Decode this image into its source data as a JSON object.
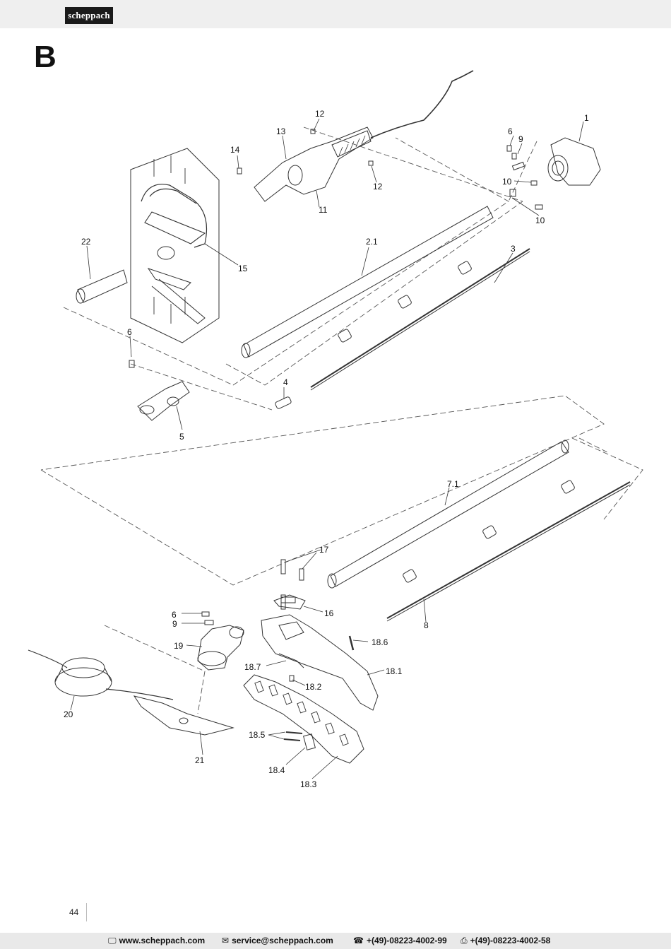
{
  "brand": {
    "logo_text": "scheppach"
  },
  "section_label": "B",
  "callouts": {
    "c1": "1",
    "c2_1": "2.1",
    "c3": "3",
    "c4": "4",
    "c5": "5",
    "c6a": "6",
    "c6b": "6",
    "c6c": "6",
    "c7_1": "7.1",
    "c8": "8",
    "c9a": "9",
    "c9b": "9",
    "c10a": "10",
    "c10b": "10",
    "c11": "11",
    "c12a": "12",
    "c12b": "12",
    "c13": "13",
    "c14": "14",
    "c15": "15",
    "c16": "16",
    "c17": "17",
    "c18_1": "18.1",
    "c18_2": "18.2",
    "c18_3": "18.3",
    "c18_4": "18.4",
    "c18_5": "18.5",
    "c18_6": "18.6",
    "c18_7": "18.7",
    "c19": "19",
    "c20": "20",
    "c21": "21",
    "c22": "22"
  },
  "page_number": "44",
  "footer": {
    "web": "www.scheppach.com",
    "email": "service@scheppach.com",
    "phone": "+(49)-08223-4002-99",
    "fax": "+(49)-08223-4002-58",
    "web_icon": "computer-icon",
    "email_icon": "envelope-icon",
    "phone_icon": "telephone-icon",
    "fax_icon": "fax-icon"
  }
}
